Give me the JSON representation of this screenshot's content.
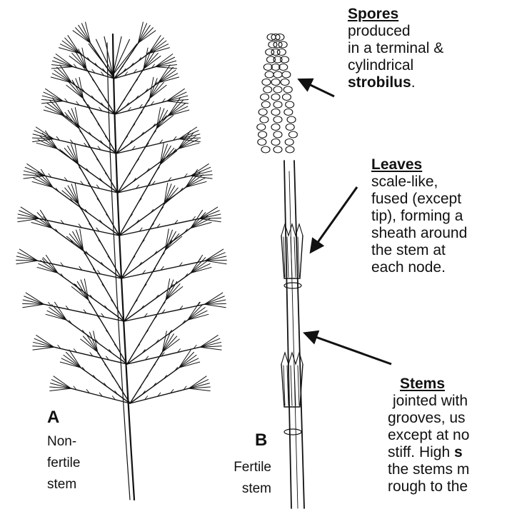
{
  "spores": {
    "heading": "Spores",
    "line1": "produced",
    "line2": "in a terminal &",
    "line3": "cylindrical",
    "line4_bold": "strobilus",
    "line4_tail": "."
  },
  "leaves": {
    "heading": "Leaves",
    "lines": [
      "scale-like,",
      "fused (except",
      "tip), forming a",
      "sheath around",
      "the stem at",
      "each node."
    ]
  },
  "stems": {
    "heading": "Stems",
    "line1": "jointed with",
    "line2": "grooves, us",
    "line3": "except at no",
    "line4_pre": "stiff. High ",
    "line4_bold": "s",
    "line5": "the stems m",
    "line6": "rough to the"
  },
  "plant_a": {
    "letter": "A",
    "caption": [
      "Non-",
      "fertile",
      "stem"
    ]
  },
  "plant_b": {
    "letter": "B",
    "caption": [
      "Fertile",
      "stem"
    ]
  }
}
